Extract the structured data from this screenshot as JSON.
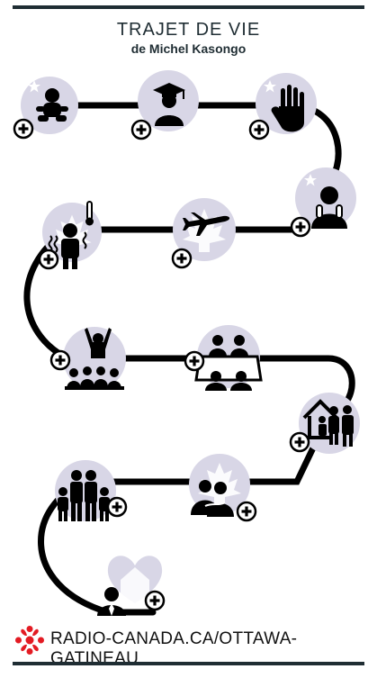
{
  "header": {
    "title": "TRAJET DE VIE",
    "subtitle": "de Michel Kasongo"
  },
  "footer": {
    "url": "radio-canada.ca/ottawa-gatineau"
  },
  "colors": {
    "dark": "#1f2d33",
    "circle": "#d8d6e6",
    "accent_red": "#e31b23",
    "line": "#000000"
  },
  "milestones": [
    {
      "icon": "baby-icon"
    },
    {
      "icon": "graduate-icon"
    },
    {
      "icon": "raised-hand-icon"
    },
    {
      "icon": "scared-person-icon"
    },
    {
      "icon": "airplane-icon"
    },
    {
      "icon": "sick-person-thermometer-icon"
    },
    {
      "icon": "person-crowd-icon"
    },
    {
      "icon": "meeting-table-icon"
    },
    {
      "icon": "family-house-icon"
    },
    {
      "icon": "large-family-icon"
    },
    {
      "icon": "couple-icon"
    },
    {
      "icon": "businessman-icon"
    }
  ]
}
